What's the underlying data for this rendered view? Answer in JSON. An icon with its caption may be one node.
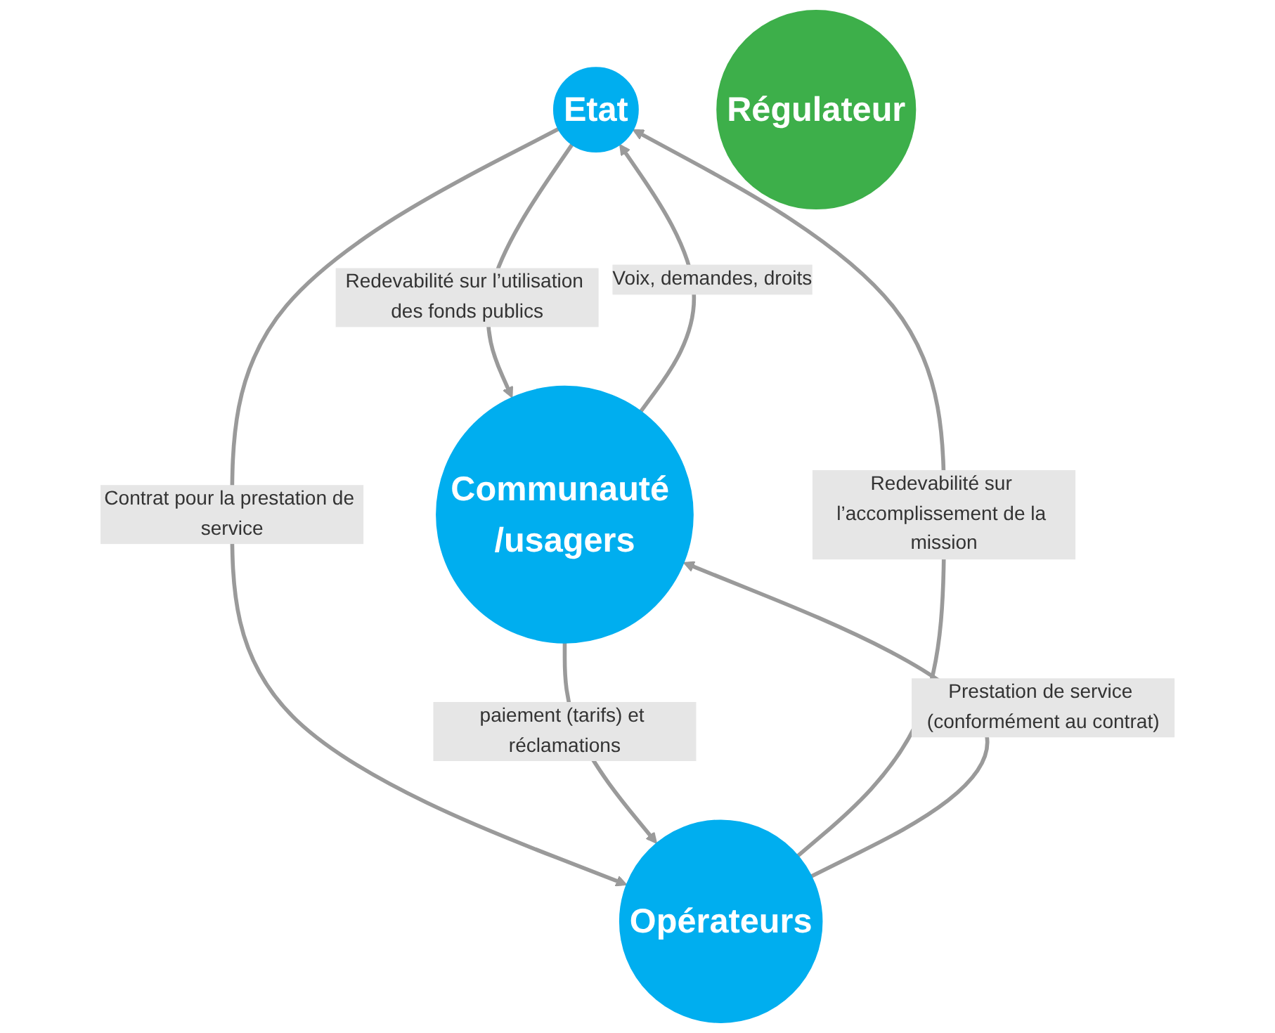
{
  "diagram": {
    "nodes": [
      {
        "text": [
          "Etat"
        ]
      },
      {
        "text": [
          "Régulateur"
        ]
      },
      {
        "text": [
          "Communauté /usagers"
        ]
      },
      {
        "text": [
          "Opérateurs"
        ]
      }
    ],
    "edges": [
      {
        "from": 2,
        "to": 0,
        "arrow": "to",
        "label": "Voix, demandes, droits"
      },
      {
        "from": 0,
        "to": 2,
        "arrow": "to",
        "label": "Redevabilité sur l’utilisation des fonds publics"
      },
      {
        "from": 0,
        "to": 3,
        "arrow": "to",
        "label": "Contrat pour la prestation de service"
      },
      {
        "from": 3,
        "to": 0,
        "arrow": "to",
        "label": "Redevabilité sur l’accomplissement de la mission"
      },
      {
        "from": 2,
        "to": 3,
        "arrow": "to",
        "label": "paiement (tarifs) et réclamations"
      },
      {
        "from": 3,
        "to": 2,
        "arrow": "to",
        "label": "Prestation de service (conformément au contrat)"
      }
    ]
  }
}
